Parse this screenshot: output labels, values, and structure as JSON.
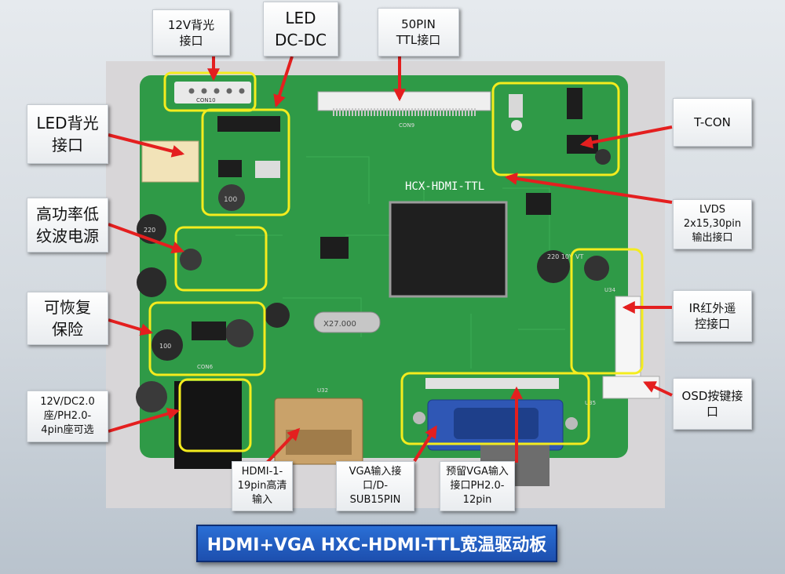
{
  "labels": {
    "backlight_12v": "12V背光\n接口",
    "led_dcdc": "LED\nDC-DC",
    "ttl_50pin": "50PIN\nTTL接口",
    "led_backlight": "LED背光\n接口",
    "high_power": "高功率低\n纹波电源",
    "fuse": "可恢复\n保险",
    "dc_power": "12V/DC2.0\n座/PH2.0-\n4pin座可选",
    "hdmi": "HDMI-1-\n19pin高清\n输入",
    "vga": "VGA输入接\n口/D-\nSUB15PIN",
    "vga_reserved": "预留VGA输入\n接口PH2.0-\n12pin",
    "tcon": "T-CON",
    "lvds": "LVDS\n2x15,30pin\n输出接口",
    "ir": "IR红外遥\n控接口",
    "osd": "OSD按键接\n口"
  },
  "board": {
    "silkscreen_name": "HCX-HDMI-TTL",
    "crystal": "X27.000",
    "cap_220_10v": "220\n10V\nVT",
    "inductor_100": "100",
    "cap_100": "100",
    "cap_220": "220",
    "ref_con10": "CON10",
    "ref_con9": "CON9",
    "ref_con6": "CON6",
    "ref_u32": "U32",
    "ref_u34": "U34",
    "ref_u35": "U35"
  },
  "banner": "HDMI+VGA HXC-HDMI-TTL宽温驱动板",
  "colors": {
    "pcb": "#2f9a47",
    "highlight": "#f4ec1e",
    "arrow": "#e41f1f",
    "banner": "#1f55b8",
    "vga_connector": "#2f57b5",
    "hdmi_connector": "#c9a26a"
  },
  "icons": [
    "arrow-icon"
  ]
}
